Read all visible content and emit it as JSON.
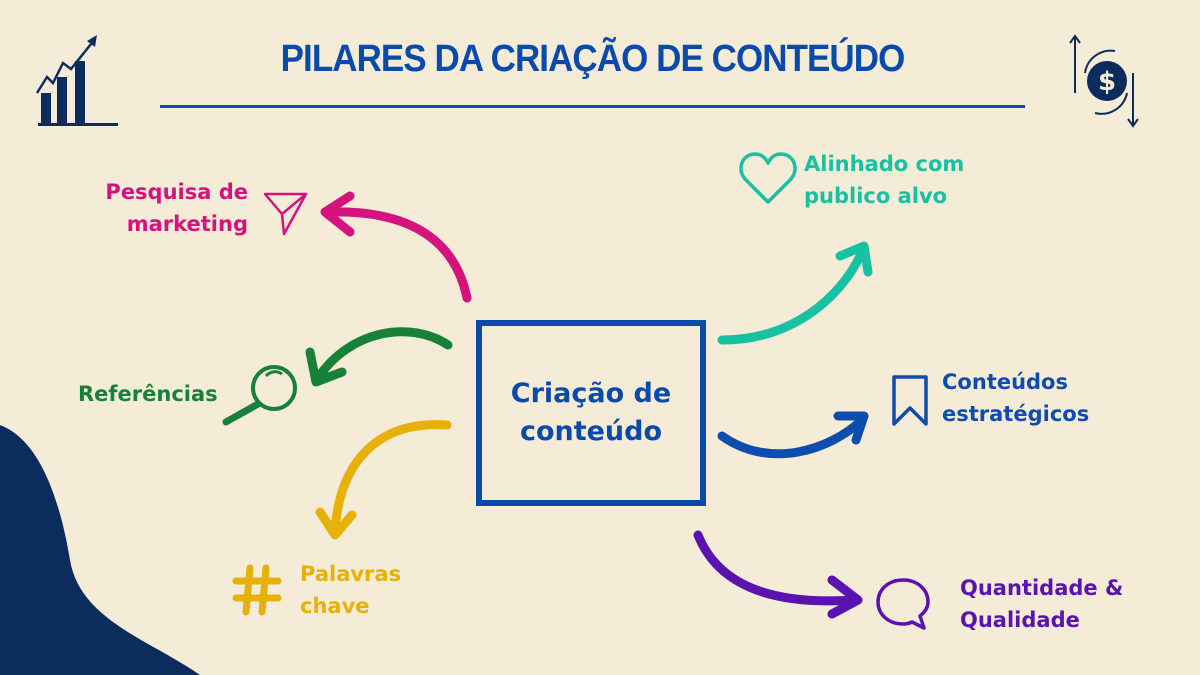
{
  "title": "PILARES DA CRIAÇÃO DE CONTEÚDO",
  "center": {
    "line1": "Criação de",
    "line2": "conteúdo"
  },
  "pillars": [
    {
      "line1": "Pesquisa de",
      "line2": "marketing",
      "icon": "send-icon",
      "color": "#d6127e"
    },
    {
      "line1": "Referências",
      "line2": "",
      "icon": "magnifier-icon",
      "color": "#17813a"
    },
    {
      "line1": "Palavras",
      "line2": "chave",
      "icon": "hashtag-icon",
      "color": "#e8b10a"
    },
    {
      "line1": "Alinhado com",
      "line2": "publico alvo",
      "icon": "heart-icon",
      "color": "#18c1a1"
    },
    {
      "line1": "Conteúdos",
      "line2": "estratégicos",
      "icon": "bookmark-icon",
      "color": "#0d4db0"
    },
    {
      "line1": "Quantidade &",
      "line2": "Qualidade",
      "icon": "speech-bubble-icon",
      "color": "#5a12b0"
    }
  ],
  "colors": {
    "background": "#f5ecd7",
    "accent": "#0b4aad",
    "navy": "#0d2c5e"
  }
}
